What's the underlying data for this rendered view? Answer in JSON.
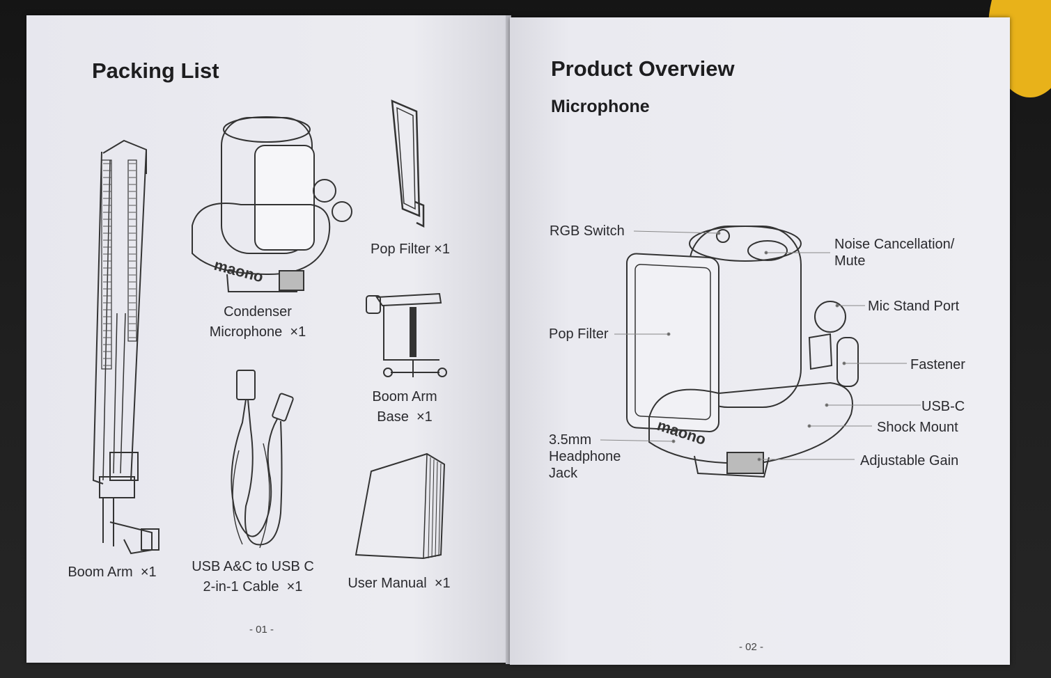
{
  "left_page": {
    "title": "Packing List",
    "items": [
      {
        "name": "Boom Arm",
        "qty": "×1"
      },
      {
        "line1": "Condenser",
        "line2": "Microphone",
        "qty": "×1"
      },
      {
        "name": "Pop Filter",
        "qty": "×1"
      },
      {
        "line1": "Boom Arm",
        "line2": "Base",
        "qty": "×1"
      },
      {
        "line1": "USB A&C to USB C",
        "line2": "2-in-1 Cable",
        "qty": "×1"
      },
      {
        "name": "User Manual",
        "qty": "×1"
      }
    ],
    "page_number": "- 01 -"
  },
  "right_page": {
    "title": "Product Overview",
    "subtitle": "Microphone",
    "callouts": {
      "rgb_switch": "RGB Switch",
      "noise_cancellation_1": "Noise Cancellation/",
      "noise_cancellation_2": "Mute",
      "mic_stand_port": "Mic Stand Port",
      "pop_filter": "Pop Filter",
      "fastener": "Fastener",
      "usb_c": "USB-C",
      "shock_mount": "Shock Mount",
      "headphone_1": "3.5mm",
      "headphone_2": "Headphone",
      "headphone_3": "Jack",
      "adjustable_gain": "Adjustable Gain"
    },
    "page_number": "- 02 -"
  },
  "brand_logo": "maono"
}
